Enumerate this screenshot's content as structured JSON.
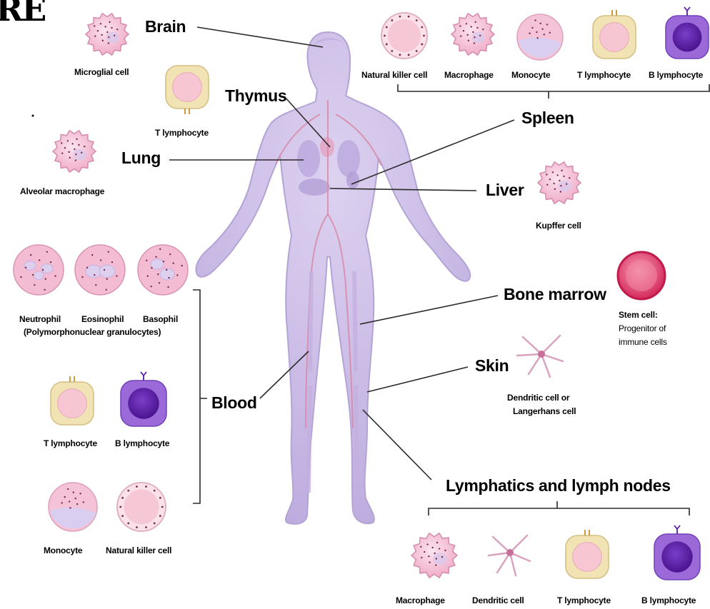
{
  "corner_fragment": "RE",
  "organs": {
    "brain": "Brain",
    "thymus": "Thymus",
    "spleen": "Spleen",
    "lung": "Lung",
    "liver": "Liver",
    "bone_marrow": "Bone marrow",
    "skin": "Skin",
    "blood": "Blood",
    "lymphatics": "Lymphatics and lymph nodes"
  },
  "cells": {
    "microglial": "Microglial cell",
    "thymus_t": "T lymphocyte",
    "alveolar": "Alveolar macrophage",
    "spleen_nk": "Natural killer cell",
    "spleen_macrophage": "Macrophage",
    "spleen_monocyte": "Monocyte",
    "spleen_t": "T lymphocyte",
    "spleen_b": "B lymphocyte",
    "kupffer": "Kupffer cell",
    "neutrophil": "Neutrophil",
    "eosinophil": "Eosinophil",
    "basophil": "Basophil",
    "granulocytes": "(Polymorphonuclear granulocytes)",
    "stem_cell": "Stem cell:",
    "progenitor_1": "Progenitor of",
    "progenitor_2": "immune cells",
    "dendritic_1": "Dendritic cell or",
    "dendritic_2": "Langerhans cell",
    "blood_t": "T lymphocyte",
    "blood_b": "B lymphocyte",
    "blood_monocyte": "Monocyte",
    "blood_nk": "Natural killer cell",
    "lymph_macrophage": "Macrophage",
    "lymph_dendritic": "Dendritic cell",
    "lymph_t": "T lymphocyte",
    "lymph_b": "B lymphocyte"
  },
  "colors": {
    "body": "#cbbce6",
    "body_stroke": "#b4a4d6",
    "macrophage": "#f4c3d8",
    "b_cell": "#8c58d0",
    "b_nucleus": "#5a1aa6",
    "t_cell": "#f1e3b4",
    "stem": "#e0406a",
    "vessel": "#d88aa8"
  }
}
